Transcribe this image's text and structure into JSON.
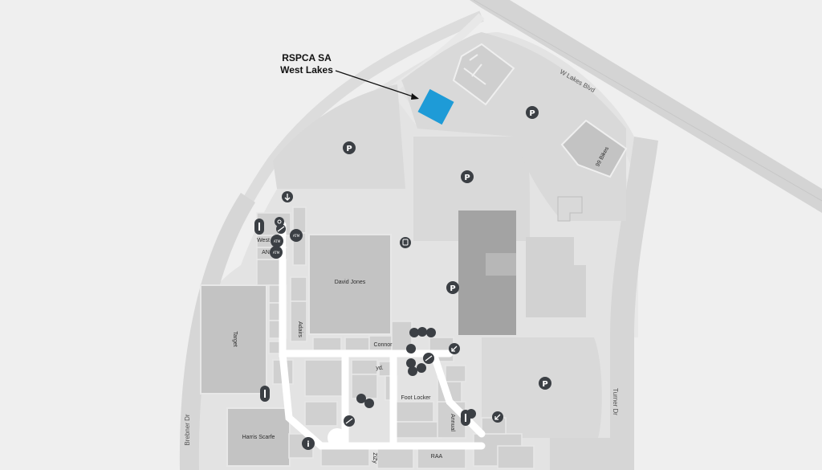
{
  "callout": {
    "line1": "RSPCA SA",
    "line2": "West Lakes"
  },
  "roads": {
    "w_lakes": "W Lakes Blvd",
    "turner": "Turner Dr",
    "brebner": "Brebner Dr"
  },
  "stores": {
    "david_jones": "David Jones",
    "target": "Target",
    "harris_scarfe": "Harris Scarfe",
    "foot_locker": "Foot Locker",
    "connor": "Connor",
    "adairs": "Adairs",
    "annual": "Annual",
    "raa": "RAA",
    "zizy": "ZiZy",
    "yd": "yd.",
    "west": "West",
    "an": "AN",
    "bikes_99": "99 Bikes"
  },
  "icons": {
    "parking": "P",
    "atm": "ATM",
    "info": "i"
  },
  "colors": {
    "highlight": "#1e9bd7",
    "pin": "#3b3f44",
    "building": "#bcbcbc",
    "dark_building": "#a3a3a3"
  }
}
